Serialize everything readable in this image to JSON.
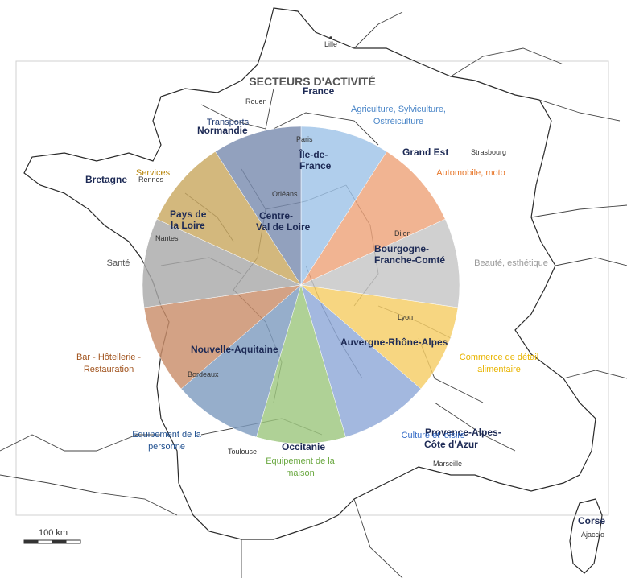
{
  "chart_data": {
    "type": "pie",
    "title": "SECTEURS D'ACTIVITÉ",
    "start_angle_deg": 0,
    "slices": [
      {
        "label": "Agriculture, Sylviculture, Ostréiculture",
        "value": 1,
        "color": "#9fc3e8",
        "text_color": "#4a86c8"
      },
      {
        "label": "Automobile, moto",
        "value": 1,
        "color": "#eea37a",
        "text_color": "#e87a2f"
      },
      {
        "label": "Beauté, esthétique",
        "value": 1,
        "color": "#c6c6c6",
        "text_color": "#9a9a9a"
      },
      {
        "label": "Commerce de détail alimentaire",
        "value": 1,
        "color": "#f5cd65",
        "text_color": "#e8b400"
      },
      {
        "label": "Culture et loisirs",
        "value": 1,
        "color": "#8fa8d8",
        "text_color": "#3a6fc8"
      },
      {
        "label": "Equipement de la maison",
        "value": 1,
        "color": "#9ec77f",
        "text_color": "#6aa840"
      },
      {
        "label": "Equipement de la personne",
        "value": 1,
        "color": "#7f9cc0",
        "text_color": "#1f4f8f"
      },
      {
        "label": "Bar - Hôtellerie - Restauration",
        "value": 1,
        "color": "#c98e6a",
        "text_color": "#a0521c"
      },
      {
        "label": "Santé",
        "value": 1,
        "color": "#a9a9a9",
        "text_color": "#555555"
      },
      {
        "label": "Services",
        "value": 1,
        "color": "#c9a860",
        "text_color": "#b8860b"
      },
      {
        "label": "Transports",
        "value": 1,
        "color": "#7a8cb0",
        "text_color": "#1f3a70"
      }
    ]
  },
  "map": {
    "regions": {
      "hauts_de_france": "France",
      "normandie": "Normandie",
      "ile_de_france": "Île-de-France",
      "grand_est": "Grand Est",
      "bretagne": "Bretagne",
      "pays_de_la_loire": "Pays de la Loire",
      "centre": "Centre-Val de Loire",
      "bourgogne": "Bourgogne-Franche-Comté",
      "nouvelle_aquitaine": "Nouvelle-Aquitaine",
      "auvergne": "Auvergne-Rhône-Alpes",
      "paca": "Provence-Alpes-Côte d'Azur",
      "occitanie": "Occitanie",
      "corse": "Corse"
    },
    "cities": {
      "lille": "Lille",
      "rouen": "Rouen",
      "paris": "Paris",
      "strasbourg": "Strasbourg",
      "rennes": "Rennes",
      "orleans": "Orléans",
      "nantes": "Nantes",
      "dijon": "Dijon",
      "lyon": "Lyon",
      "bordeaux": "Bordeaux",
      "toulouse": "Toulouse",
      "marseille": "Marseille",
      "ajaccio": "Ajaccio"
    },
    "scale_label": "100 km"
  }
}
